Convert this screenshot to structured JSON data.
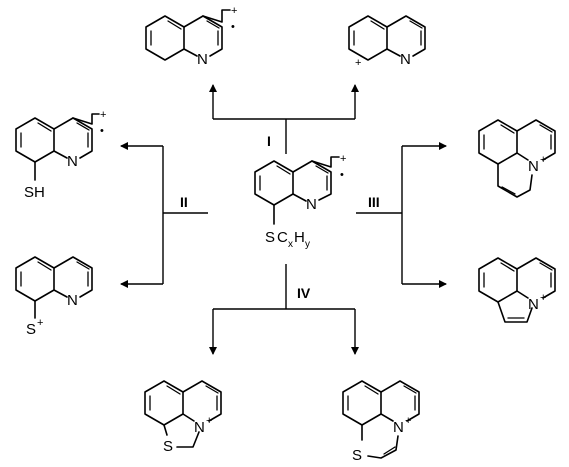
{
  "steps": {
    "i": "I",
    "ii": "II",
    "iii": "III",
    "iv": "IV"
  },
  "charges": {
    "plus": "+",
    "radical_plus": "+",
    "radical_dot": "•"
  },
  "atoms": {
    "n": "N",
    "s": "S",
    "sh": "SH"
  },
  "substituent": {
    "s": "S",
    "c": "C",
    "x": "x",
    "h": "H",
    "y": "y"
  }
}
